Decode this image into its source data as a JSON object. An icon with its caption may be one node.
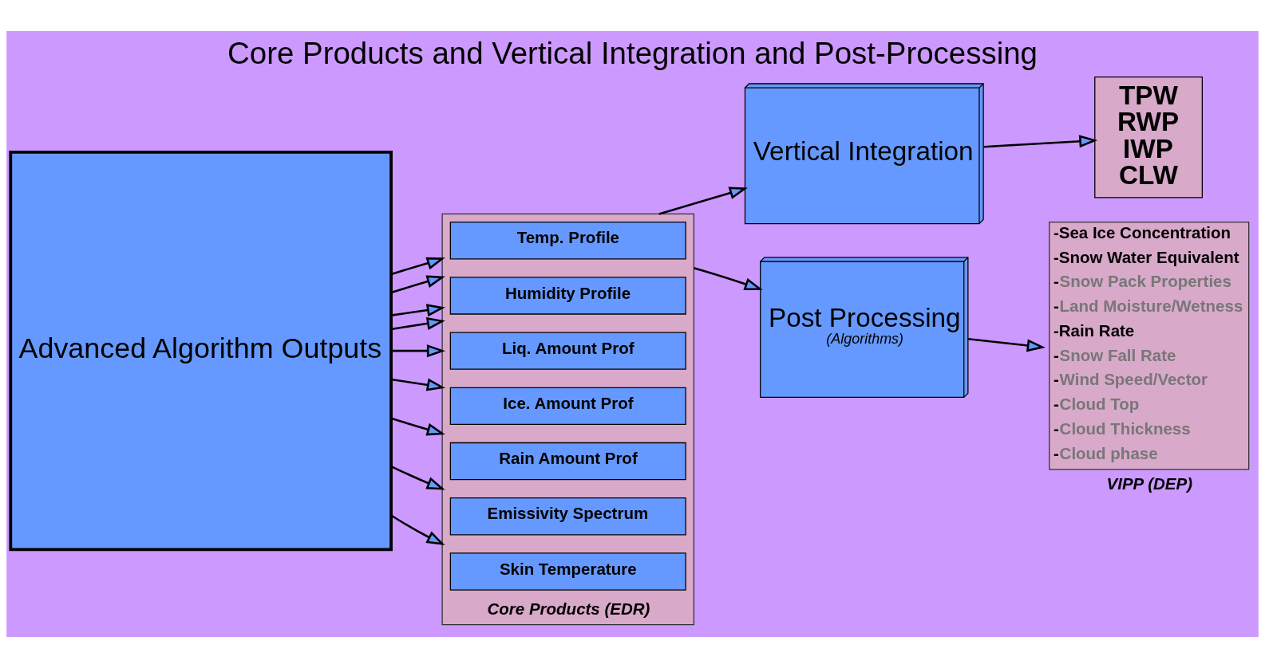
{
  "diagram": {
    "title": "Core Products and Vertical Integration and Post-Processing",
    "nodes": [
      {
        "text": [
          "Advanced Algorithm Outputs"
        ]
      },
      {
        "text": [
          "Core Products (EDR)"
        ]
      },
      {
        "text": [
          "Temp. Profile"
        ],
        "in": 1
      },
      {
        "text": [
          "Humidity Profile"
        ],
        "in": 1
      },
      {
        "text": [
          "Liq. Amount Prof"
        ],
        "in": 1
      },
      {
        "text": [
          "Ice. Amount Prof"
        ],
        "in": 1
      },
      {
        "text": [
          "Rain Amount Prof"
        ],
        "in": 1
      },
      {
        "text": [
          "Emissivity Spectrum"
        ],
        "in": 1
      },
      {
        "text": [
          "Skin Temperature"
        ],
        "in": 1
      },
      {
        "text": [
          "Vertical Integration"
        ]
      },
      {
        "text": [
          "TPW",
          "RWP",
          "IWP",
          "CLW"
        ]
      },
      {
        "text": [
          "Post Processing",
          "(Algorithms)"
        ]
      },
      {
        "text": [
          "-Sea Ice Concentration",
          "-Snow Water Equivalent",
          "-Snow Pack Properties",
          "-Land Moisture/Wetness",
          "-Rain Rate",
          "-Snow Fall Rate",
          "-Wind Speed/Vector",
          "-Cloud Top",
          "-Cloud Thickness",
          "-Cloud phase",
          "VIPP (DEP)"
        ]
      }
    ],
    "edges": [
      {
        "from": 0,
        "to": 1,
        "arrow": "to"
      },
      {
        "from": 0,
        "to": 1,
        "arrow": "to"
      },
      {
        "from": 0,
        "to": 1,
        "arrow": "to"
      },
      {
        "from": 0,
        "to": 1,
        "arrow": "to"
      },
      {
        "from": 0,
        "to": 1,
        "arrow": "to"
      },
      {
        "from": 0,
        "to": 1,
        "arrow": "to"
      },
      {
        "from": 0,
        "to": 1,
        "arrow": "to"
      },
      {
        "from": 0,
        "to": 1,
        "arrow": "to"
      },
      {
        "from": 0,
        "to": 1,
        "arrow": "to"
      },
      {
        "from": 1,
        "to": 9,
        "arrow": "to"
      },
      {
        "from": 1,
        "to": 11,
        "arrow": "to"
      },
      {
        "from": 9,
        "to": 10,
        "arrow": "to"
      },
      {
        "from": 11,
        "to": 12,
        "arrow": "to"
      }
    ]
  }
}
